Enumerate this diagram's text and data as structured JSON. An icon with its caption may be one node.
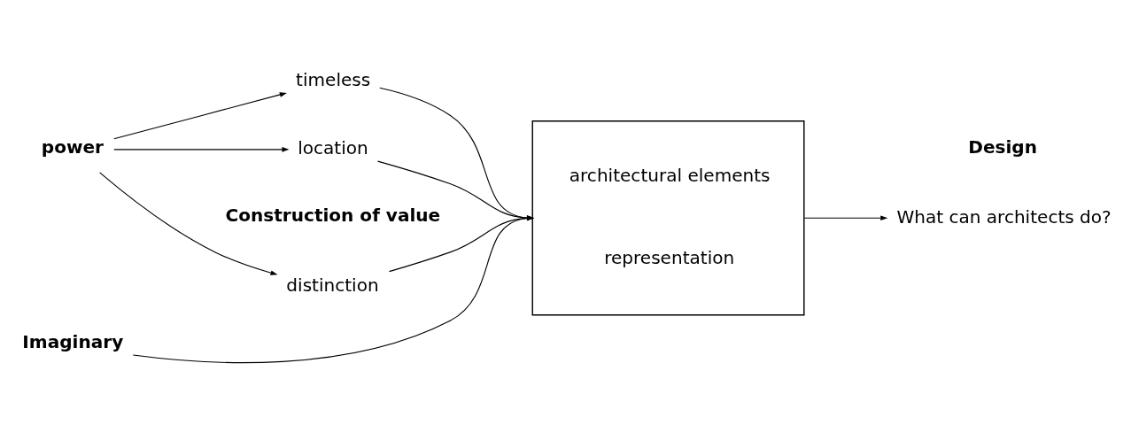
{
  "diagram": {
    "nodes": [
      {
        "text": [
          "power"
        ]
      },
      {
        "text": [
          "distinction"
        ]
      },
      {
        "text": [
          "location"
        ]
      },
      {
        "text": [
          "timeless"
        ]
      },
      {
        "text": [
          "Imaginary"
        ]
      },
      {
        "text": [
          "architectural elements",
          "representation"
        ]
      },
      {
        "text": [
          "What can architects do?"
        ]
      }
    ],
    "edges": [
      {
        "from": 0,
        "to": 1,
        "arrow": "to"
      },
      {
        "from": 0,
        "to": 2,
        "arrow": "to"
      },
      {
        "from": 0,
        "to": 3,
        "arrow": "to"
      },
      {
        "from": 1,
        "to": 5,
        "arrow": "to"
      },
      {
        "from": 2,
        "to": 5,
        "arrow": "to"
      },
      {
        "from": 3,
        "to": 5,
        "arrow": "to"
      },
      {
        "from": 4,
        "to": 5,
        "arrow": "to"
      },
      {
        "from": 5,
        "to": 6,
        "arrow": "to"
      }
    ],
    "labels": [
      "Construction of value",
      "Design"
    ]
  }
}
